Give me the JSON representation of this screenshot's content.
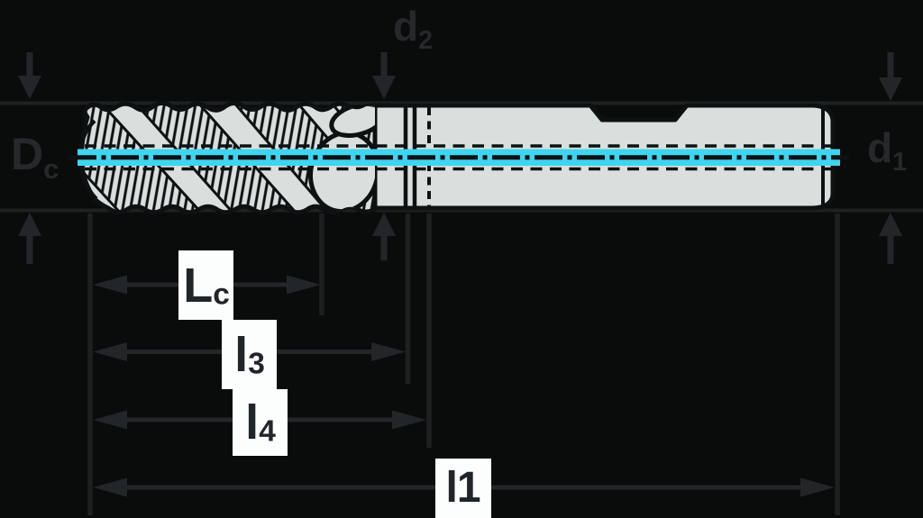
{
  "labels": {
    "dc": {
      "base": "D",
      "sub": "c"
    },
    "d2": {
      "base": "d",
      "sub": "2"
    },
    "d1": {
      "base": "d",
      "sub": "1"
    },
    "lc": {
      "base": "L",
      "sub": "c"
    },
    "l3": {
      "base": "l",
      "sub": "3"
    },
    "l4": {
      "base": "l",
      "sub": "4"
    },
    "l1": {
      "base": "l1",
      "sub": ""
    }
  },
  "colors": {
    "background": "#0a0b0b",
    "tool-fill": "#d8dfdd",
    "tool-outline": "#0e1112",
    "centerline": "#3fd4ef",
    "dim-ink": "#232628",
    "band-line": "#1d2121",
    "label-box-bg": "#fcfdfd",
    "label-ink": "#20252a"
  }
}
